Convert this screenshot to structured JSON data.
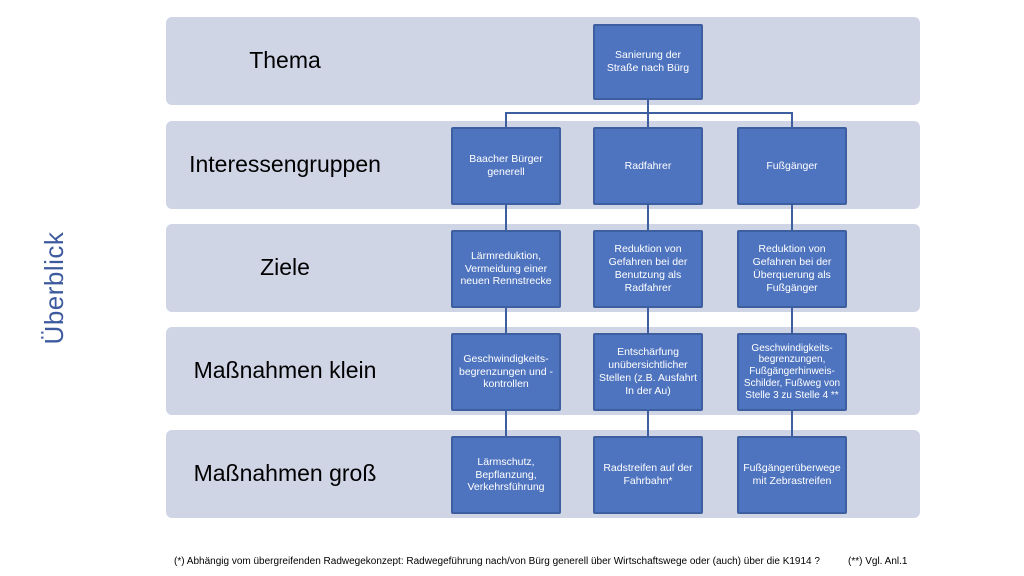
{
  "side_title": "Überblick",
  "rows": [
    {
      "label": "Thema"
    },
    {
      "label": "Interessengruppen"
    },
    {
      "label": "Ziele"
    },
    {
      "label": "Maßnahmen klein"
    },
    {
      "label": "Maßnahmen groß"
    }
  ],
  "root": "Sanierung der Straße nach Bürg",
  "columns": [
    {
      "group": "Baacher Bürger generell",
      "goal": "Lärmreduktion, Vermeidung einer neuen Rennstrecke",
      "small": "Geschwindigkeits-begrenzungen und -kontrollen",
      "large": "Lärmschutz, Bepflanzung, Verkehrsführung"
    },
    {
      "group": "Radfahrer",
      "goal": "Reduktion von Gefahren bei der Benutzung als Radfahrer",
      "small": "Entschärfung unübersichtlicher Stellen (z.B. Ausfahrt In der Au)",
      "large": "Radstreifen auf der Fahrbahn*"
    },
    {
      "group": "Fußgänger",
      "goal": "Reduktion von Gefahren  bei der Überquerung als Fußgänger",
      "small": "Geschwindigkeits-begrenzungen, Fußgängerhinweis-Schilder, Fußweg von Stelle 3 zu Stelle 4 **",
      "large": "Fußgängerüberwege mit Zebrastreifen"
    }
  ],
  "footnotes": {
    "left": "(*) Abhängig vom übergreifenden Radwegekonzept: Radwegeführung nach/von Bürg generell über Wirtschaftswege oder (auch) über die K1914 ?",
    "right": "(**)  Vgl. Anl.1"
  },
  "colors": {
    "band": "#d0d5e6",
    "box_fill": "#4f74bf",
    "box_border": "#3d5e9f",
    "side_title": "#3d5a9e"
  }
}
